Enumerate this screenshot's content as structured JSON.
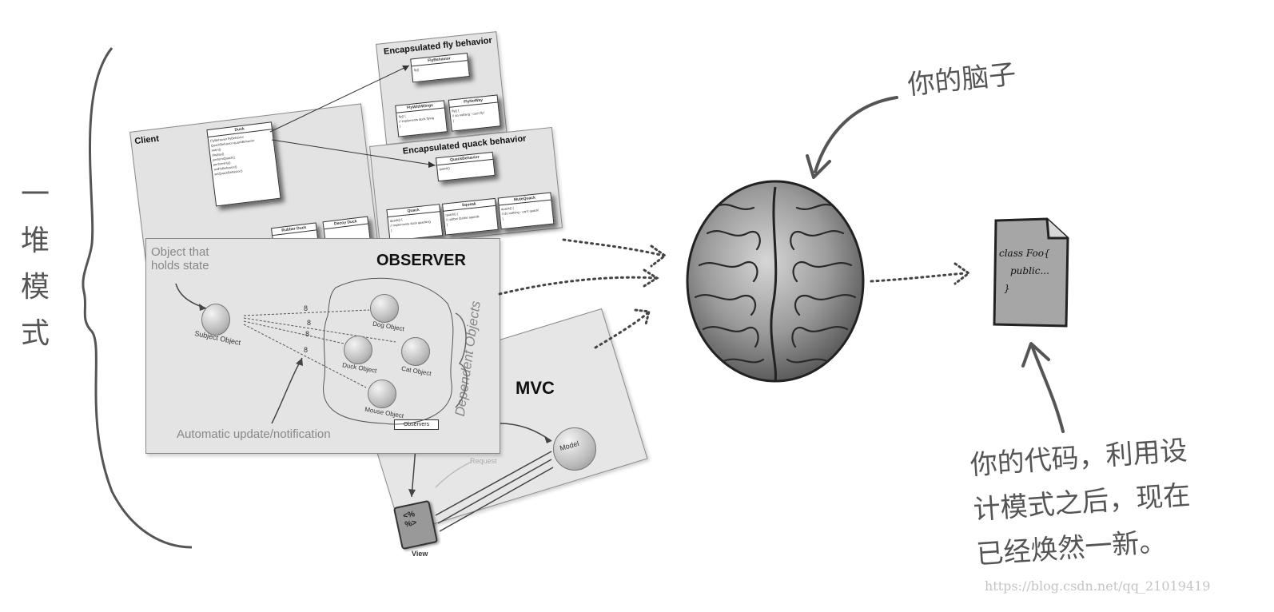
{
  "left_label": [
    "一",
    "堆",
    "模",
    "式"
  ],
  "patterns": {
    "strategy": {
      "client_label": "Client",
      "fly_title": "Encapsulated fly behavior",
      "quack_title": "Encapsulated quack behavior"
    },
    "observer": {
      "title": "OBSERVER",
      "subject_note": "Object that holds state",
      "subject_label": "Subject Object",
      "dependents_label": "Dependent Objects",
      "objects": [
        "Dog Object",
        "Duck Object",
        "Cat Object",
        "Mouse Object"
      ],
      "observers_box": "Observers",
      "update_note": "Automatic update/notification",
      "arrow_label": "8"
    },
    "mvc": {
      "title": "MVC",
      "model_label": "Model",
      "view_label": "View",
      "request_label": "Request"
    }
  },
  "brain_label": "你的脑子",
  "code_doc": {
    "line1": "class Foo{",
    "line2": "public...",
    "line3": "}"
  },
  "caption": [
    "你的代码，利用设",
    "计模式之后，现在",
    "已经焕然一新。"
  ],
  "watermark": "https://blog.csdn.net/qq_21019419"
}
